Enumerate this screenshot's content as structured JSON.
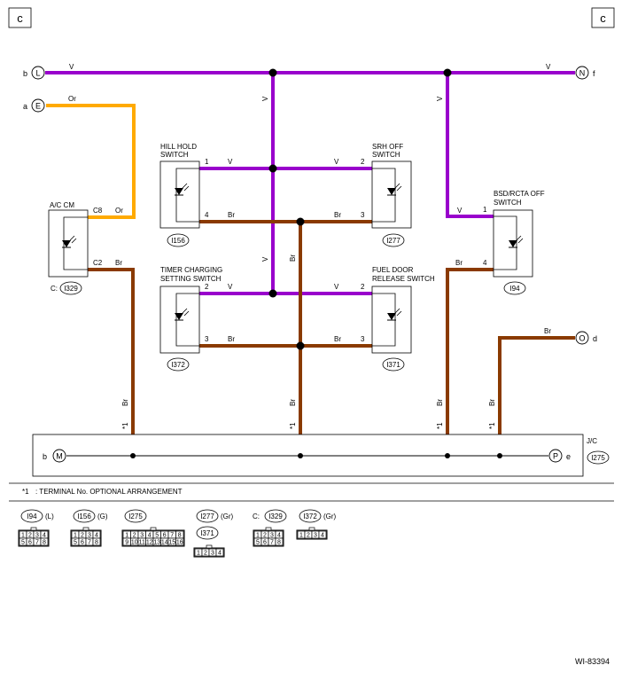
{
  "page": {
    "corner_left": "c",
    "corner_right": "c",
    "figure_id": "WI-83394"
  },
  "connectors": {
    "L": {
      "letter": "L",
      "side": "b"
    },
    "E": {
      "letter": "E",
      "side": "a"
    },
    "N": {
      "letter": "N",
      "side": "f"
    },
    "O": {
      "letter": "O",
      "side": "d"
    },
    "M": {
      "letter": "M",
      "side": "b"
    },
    "P": {
      "letter": "P",
      "side": "e"
    }
  },
  "wires": {
    "v": "V",
    "or": "Or",
    "br": "Br"
  },
  "components": {
    "hill_hold": {
      "name_line1": "HILL HOLD",
      "name_line2": "SWITCH",
      "pin_a": "1",
      "pin_b": "4",
      "id": "I156"
    },
    "srh_off": {
      "name_line1": "SRH OFF",
      "name_line2": "SWITCH",
      "pin_a": "2",
      "pin_b": "3",
      "id": "I277"
    },
    "timer_charging": {
      "name_line1": "TIMER CHARGING",
      "name_line2": "SETTING SWITCH",
      "pin_a": "2",
      "pin_b": "3",
      "id": "I372"
    },
    "fuel_door": {
      "name_line1": "FUEL DOOR",
      "name_line2": "RELEASE SWITCH",
      "pin_a": "2",
      "pin_b": "3",
      "id": "I371"
    },
    "ac_cm": {
      "name": "A/C CM",
      "pin_a": "C8",
      "pin_b": "C2",
      "prefix": "C:",
      "id": "I329"
    },
    "bsd_rcta": {
      "name_line1": "BSD/RCTA OFF",
      "name_line2": "SWITCH",
      "pin_a": "1",
      "pin_b": "4",
      "id": "I94"
    },
    "jc": {
      "name": "J/C",
      "id": "I275"
    }
  },
  "star_label": "*1",
  "footnote": {
    "marker": "*1",
    "text": ": TERMINAL No. OPTIONAL ARRANGEMENT"
  },
  "legend": [
    {
      "id": "I94",
      "color": "(L)",
      "rows": [
        [
          "1",
          "2",
          "3",
          "4"
        ],
        [
          "5",
          "6",
          "7",
          "8"
        ]
      ]
    },
    {
      "id": "I156",
      "color": "(G)",
      "rows": [
        [
          "1",
          "2",
          "3",
          "4"
        ],
        [
          "5",
          "6",
          "7",
          "8"
        ]
      ]
    },
    {
      "id": "I275",
      "color": "",
      "rows": [
        [
          "1",
          "2",
          "3",
          "4",
          "5",
          "6",
          "7",
          "8"
        ],
        [
          "9",
          "10",
          "11",
          "12",
          "13",
          "14",
          "15",
          "16"
        ]
      ]
    },
    {
      "id": "I277",
      "color": "(Gr)",
      "id2": "I371",
      "rows": [
        [
          "1",
          "2",
          "3",
          "4"
        ]
      ]
    },
    {
      "id": "I329",
      "color": "",
      "prefix": "C:",
      "rows": [
        [
          "1",
          "2",
          "3",
          "4"
        ],
        [
          "5",
          "6",
          "7",
          "8"
        ]
      ]
    },
    {
      "id": "I372",
      "color": "(Gr)",
      "rows": [
        [
          "1",
          "2",
          "3",
          "4"
        ]
      ]
    }
  ]
}
